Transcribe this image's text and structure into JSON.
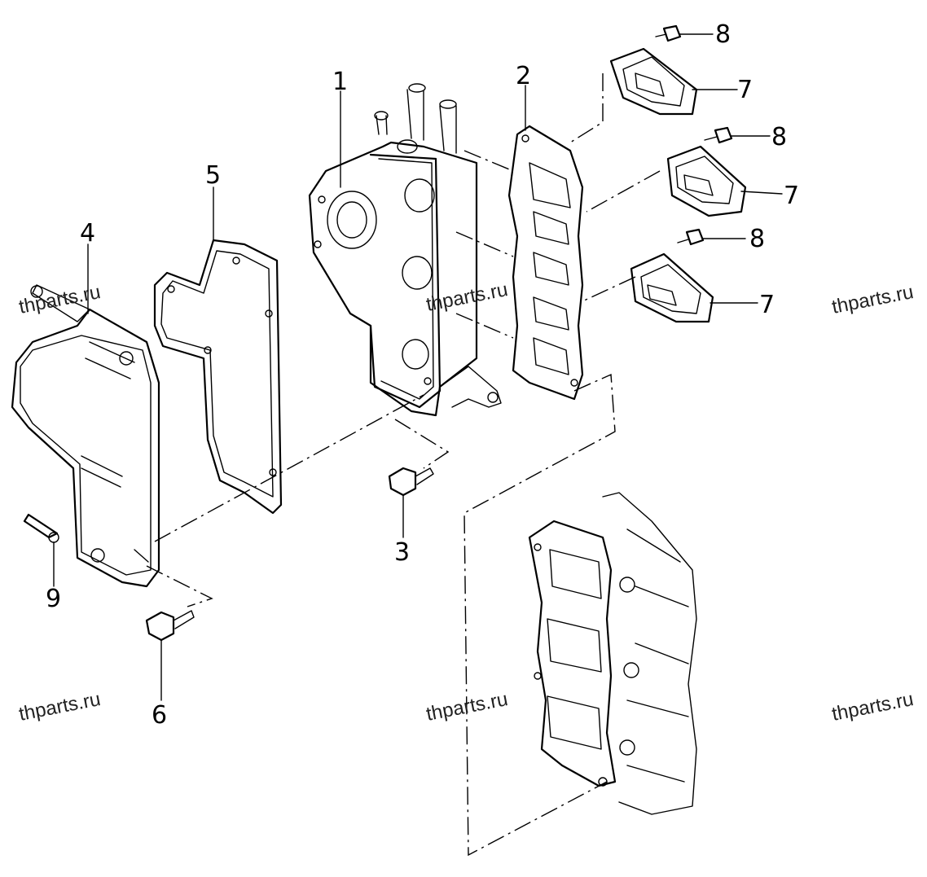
{
  "watermarks": [
    "thparts.ru",
    "thparts.ru",
    "thparts.ru",
    "thparts.ru",
    "thparts.ru",
    "thparts.ru"
  ],
  "callouts": [
    "1",
    "2",
    "3",
    "4",
    "5",
    "6",
    "7",
    "7",
    "7",
    "8",
    "8",
    "8",
    "9"
  ],
  "colors": {
    "line": "#000000",
    "background": "#ffffff"
  }
}
